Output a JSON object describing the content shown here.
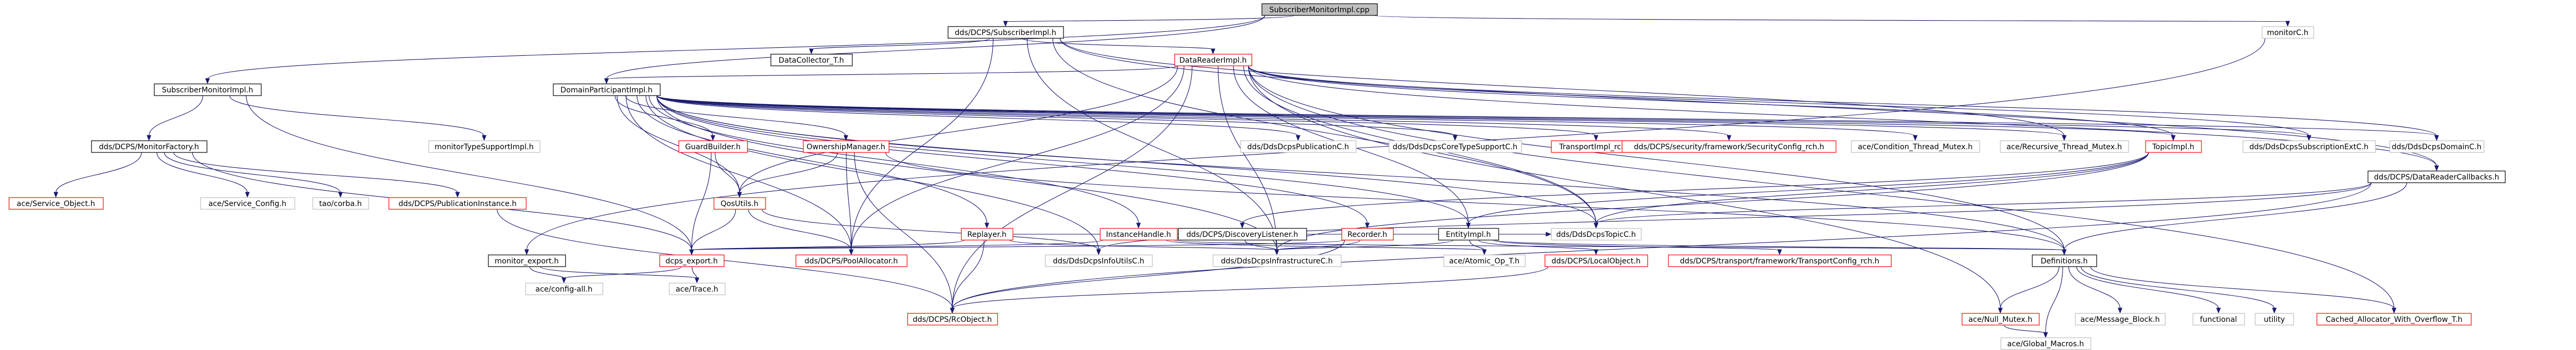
{
  "colors": {
    "edge": "#191970",
    "node_border": "#000000",
    "root_fill": "#bfbfbf",
    "red_border": "#ff0000",
    "gray_border": "#bfbfbf",
    "text": "#000000"
  },
  "nodes": [
    {
      "id": "root",
      "label": "SubscriberMonitorImpl.cpp",
      "style": "root"
    },
    {
      "id": "subimpl",
      "label": "dds/DCPS/SubscriberImpl.h",
      "style": "black"
    },
    {
      "id": "monitorC",
      "label": "monitorC.h",
      "style": "gray"
    },
    {
      "id": "smimpl",
      "label": "SubscriberMonitorImpl.h",
      "style": "black"
    },
    {
      "id": "datacollector",
      "label": "DataCollector_T.h",
      "style": "black"
    },
    {
      "id": "datareader",
      "label": "DataReaderImpl.h",
      "style": "red"
    },
    {
      "id": "dpimpl",
      "label": "DomainParticipantImpl.h",
      "style": "black"
    },
    {
      "id": "monfactory",
      "label": "dds/DCPS/MonitorFactory.h",
      "style": "black"
    },
    {
      "id": "mtsupport",
      "label": "monitorTypeSupportImpl.h",
      "style": "gray"
    },
    {
      "id": "guardbuilder",
      "label": "GuardBuilder.h",
      "style": "red"
    },
    {
      "id": "ownership",
      "label": "OwnershipManager.h",
      "style": "red"
    },
    {
      "id": "pubC",
      "label": "dds/DdsDcpsPublicationC.h",
      "style": "gray"
    },
    {
      "id": "coreTS",
      "label": "dds/DdsDcpsCoreTypeSupportC.h",
      "style": "gray"
    },
    {
      "id": "transportimpl",
      "label": "TransportImpl_rch.h",
      "style": "red"
    },
    {
      "id": "secconfig",
      "label": "dds/DCPS/security/framework/SecurityConfig_rch.h",
      "style": "red"
    },
    {
      "id": "condmutex",
      "label": "ace/Condition_Thread_Mutex.h",
      "style": "gray"
    },
    {
      "id": "recmutex",
      "label": "ace/Recursive_Thread_Mutex.h",
      "style": "gray"
    },
    {
      "id": "topicimpl",
      "label": "TopicImpl.h",
      "style": "red"
    },
    {
      "id": "subExtC",
      "label": "dds/DdsDcpsSubscriptionExtC.h",
      "style": "gray"
    },
    {
      "id": "domainC",
      "label": "dds/DdsDcpsDomainC.h",
      "style": "gray"
    },
    {
      "id": "drcallbacks",
      "label": "dds/DCPS/DataReaderCallbacks.h",
      "style": "black"
    },
    {
      "id": "svcobj",
      "label": "ace/Service_Object.h",
      "style": "red"
    },
    {
      "id": "svcconfig",
      "label": "ace/Service_Config.h",
      "style": "gray"
    },
    {
      "id": "taocorba",
      "label": "tao/corba.h",
      "style": "gray"
    },
    {
      "id": "pubinstance",
      "label": "dds/DCPS/PublicationInstance.h",
      "style": "red"
    },
    {
      "id": "qosutils",
      "label": "QosUtils.h",
      "style": "red"
    },
    {
      "id": "replayer",
      "label": "Replayer.h",
      "style": "red"
    },
    {
      "id": "instancehandle",
      "label": "InstanceHandle.h",
      "style": "red"
    },
    {
      "id": "discoverylistener",
      "label": "dds/DCPS/DiscoveryListener.h",
      "style": "black"
    },
    {
      "id": "recorder",
      "label": "Recorder.h",
      "style": "red"
    },
    {
      "id": "entityimpl",
      "label": "EntityImpl.h",
      "style": "black"
    },
    {
      "id": "topicC",
      "label": "dds/DdsDcpsTopicC.h",
      "style": "gray"
    },
    {
      "id": "monexport",
      "label": "monitor_export.h",
      "style": "black"
    },
    {
      "id": "dcpsexport",
      "label": "dcps_export.h",
      "style": "red"
    },
    {
      "id": "poolalloc",
      "label": "dds/DCPS/PoolAllocator.h",
      "style": "red"
    },
    {
      "id": "infoutils",
      "label": "dds/DdsDcpsInfoUtilsC.h",
      "style": "gray"
    },
    {
      "id": "infraC",
      "label": "dds/DdsDcpsInfrastructureC.h",
      "style": "gray"
    },
    {
      "id": "atomicop",
      "label": "ace/Atomic_Op_T.h",
      "style": "gray"
    },
    {
      "id": "localobj",
      "label": "dds/DCPS/LocalObject.h",
      "style": "red"
    },
    {
      "id": "transportcfg",
      "label": "dds/DCPS/transport/framework/TransportConfig_rch.h",
      "style": "red"
    },
    {
      "id": "definitions",
      "label": "Definitions.h",
      "style": "black"
    },
    {
      "id": "configall",
      "label": "ace/config-all.h",
      "style": "gray"
    },
    {
      "id": "trace",
      "label": "ace/Trace.h",
      "style": "gray"
    },
    {
      "id": "rcobject",
      "label": "dds/DCPS/RcObject.h",
      "style": "red"
    },
    {
      "id": "nullmutex",
      "label": "ace/Null_Mutex.h",
      "style": "red"
    },
    {
      "id": "msgblock",
      "label": "ace/Message_Block.h",
      "style": "gray"
    },
    {
      "id": "functional",
      "label": "functional",
      "style": "gray"
    },
    {
      "id": "utility",
      "label": "utility",
      "style": "gray"
    },
    {
      "id": "cachedalloc",
      "label": "Cached_Allocator_With_Overflow_T.h",
      "style": "red"
    },
    {
      "id": "globalmacros",
      "label": "ace/Global_Macros.h",
      "style": "gray"
    }
  ],
  "edges": [
    [
      "root",
      "subimpl"
    ],
    [
      "root",
      "monitorC"
    ],
    [
      "root",
      "smimpl"
    ],
    [
      "root",
      "dpimpl"
    ],
    [
      "subimpl",
      "datacollector"
    ],
    [
      "subimpl",
      "datareader"
    ],
    [
      "subimpl",
      "drcallbacks"
    ],
    [
      "subimpl",
      "topicC"
    ],
    [
      "subimpl",
      "infraC"
    ],
    [
      "subimpl",
      "poolalloc"
    ],
    [
      "subimpl",
      "recmutex"
    ],
    [
      "smimpl",
      "monfactory"
    ],
    [
      "smimpl",
      "mtsupport"
    ],
    [
      "smimpl",
      "dcpsexport"
    ],
    [
      "datareader",
      "dpimpl"
    ],
    [
      "datareader",
      "drcallbacks"
    ],
    [
      "datareader",
      "subExtC"
    ],
    [
      "datareader",
      "domainC"
    ],
    [
      "datareader",
      "topicimpl"
    ],
    [
      "datareader",
      "definitions"
    ],
    [
      "datareader",
      "cachedalloc"
    ],
    [
      "datareader",
      "nullmutex"
    ],
    [
      "datareader",
      "rcobject"
    ],
    [
      "datareader",
      "entityimpl"
    ],
    [
      "datareader",
      "qosutils"
    ],
    [
      "datareader",
      "infraC"
    ],
    [
      "datareader",
      "topicC"
    ],
    [
      "datareader",
      "poolalloc"
    ],
    [
      "dpimpl",
      "guardbuilder"
    ],
    [
      "dpimpl",
      "ownership"
    ],
    [
      "dpimpl",
      "pubC"
    ],
    [
      "dpimpl",
      "coreTS"
    ],
    [
      "dpimpl",
      "transportimpl"
    ],
    [
      "dpimpl",
      "secconfig"
    ],
    [
      "dpimpl",
      "condmutex"
    ],
    [
      "dpimpl",
      "recmutex"
    ],
    [
      "dpimpl",
      "topicimpl"
    ],
    [
      "dpimpl",
      "subExtC"
    ],
    [
      "dpimpl",
      "domainC"
    ],
    [
      "dpimpl",
      "replayer"
    ],
    [
      "dpimpl",
      "instancehandle"
    ],
    [
      "dpimpl",
      "recorder"
    ],
    [
      "dpimpl",
      "entityimpl"
    ],
    [
      "dpimpl",
      "topicC"
    ],
    [
      "dpimpl",
      "qosutils"
    ],
    [
      "dpimpl",
      "definitions"
    ],
    [
      "dpimpl",
      "infraC"
    ],
    [
      "dpimpl",
      "infoutils"
    ],
    [
      "dpimpl",
      "poolalloc"
    ],
    [
      "monfactory",
      "svcobj"
    ],
    [
      "monfactory",
      "svcconfig"
    ],
    [
      "monfactory",
      "taocorba"
    ],
    [
      "monfactory",
      "pubinstance"
    ],
    [
      "monfactory",
      "dcpsexport"
    ],
    [
      "guardbuilder",
      "qosutils"
    ],
    [
      "guardbuilder",
      "dcpsexport"
    ],
    [
      "ownership",
      "qosutils"
    ],
    [
      "ownership",
      "poolalloc"
    ],
    [
      "ownership",
      "rcobject"
    ],
    [
      "ownership",
      "definitions"
    ],
    [
      "qosutils",
      "dcpsexport"
    ],
    [
      "qosutils",
      "infoutils"
    ],
    [
      "qosutils",
      "poolalloc"
    ],
    [
      "topicimpl",
      "entityimpl"
    ],
    [
      "topicimpl",
      "topicC"
    ],
    [
      "topicimpl",
      "discoverylistener"
    ],
    [
      "topicimpl",
      "infraC"
    ],
    [
      "drcallbacks",
      "topicC"
    ],
    [
      "drcallbacks",
      "definitions"
    ],
    [
      "drcallbacks",
      "rcobject"
    ],
    [
      "drcallbacks",
      "infoutils"
    ],
    [
      "pubinstance",
      "rcobject"
    ],
    [
      "replayer",
      "dcpsexport"
    ],
    [
      "replayer",
      "infraC"
    ],
    [
      "replayer",
      "rcobject"
    ],
    [
      "replayer",
      "topicC"
    ],
    [
      "instancehandle",
      "dcpsexport"
    ],
    [
      "instancehandle",
      "atomicop"
    ],
    [
      "instancehandle",
      "definitions"
    ],
    [
      "discoverylistener",
      "infraC"
    ],
    [
      "recorder",
      "dcpsexport"
    ],
    [
      "recorder",
      "infraC"
    ],
    [
      "recorder",
      "rcobject"
    ],
    [
      "entityimpl",
      "infraC"
    ],
    [
      "entityimpl",
      "localobj"
    ],
    [
      "entityimpl",
      "transportcfg"
    ],
    [
      "entityimpl",
      "atomicop"
    ],
    [
      "entityimpl",
      "definitions"
    ],
    [
      "monexport",
      "configall"
    ],
    [
      "monexport",
      "trace"
    ],
    [
      "dcpsexport",
      "configall"
    ],
    [
      "dcpsexport",
      "trace"
    ],
    [
      "localobj",
      "rcobject"
    ],
    [
      "definitions",
      "nullmutex"
    ],
    [
      "definitions",
      "msgblock"
    ],
    [
      "definitions",
      "functional"
    ],
    [
      "definitions",
      "utility"
    ],
    [
      "definitions",
      "cachedalloc"
    ],
    [
      "definitions",
      "globalmacros"
    ],
    [
      "nullmutex",
      "globalmacros"
    ],
    [
      "monitorC",
      "monexport"
    ]
  ]
}
